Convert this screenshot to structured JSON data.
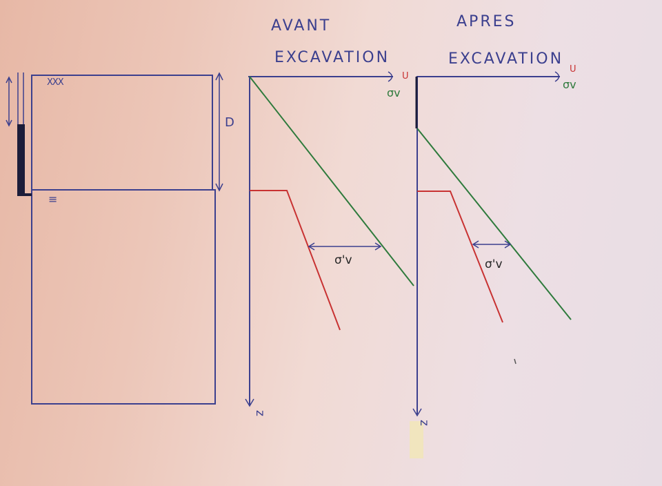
{
  "soil_section": {
    "depth_label": "D",
    "surface_symbol": "XXX",
    "water_symbol": "≡"
  },
  "before": {
    "title_line1": "AVANT",
    "title_line2": "EXCAVATION",
    "axis_h_label_u": "U",
    "axis_h_label_sigma": "σv",
    "axis_v_label": "z",
    "delta_label": "σ'v"
  },
  "after": {
    "title_line1": "APRES",
    "title_line2": "EXCAVATION",
    "axis_h_label_u": "U",
    "axis_h_label_sigma": "σv",
    "axis_v_label": "z",
    "delta_label": "σ'v"
  },
  "colors": {
    "ink_blue": "#3b3f8e",
    "red": "#c83232",
    "green": "#2e7a3c",
    "dark": "#262626",
    "tape": "#f1e6b8"
  }
}
